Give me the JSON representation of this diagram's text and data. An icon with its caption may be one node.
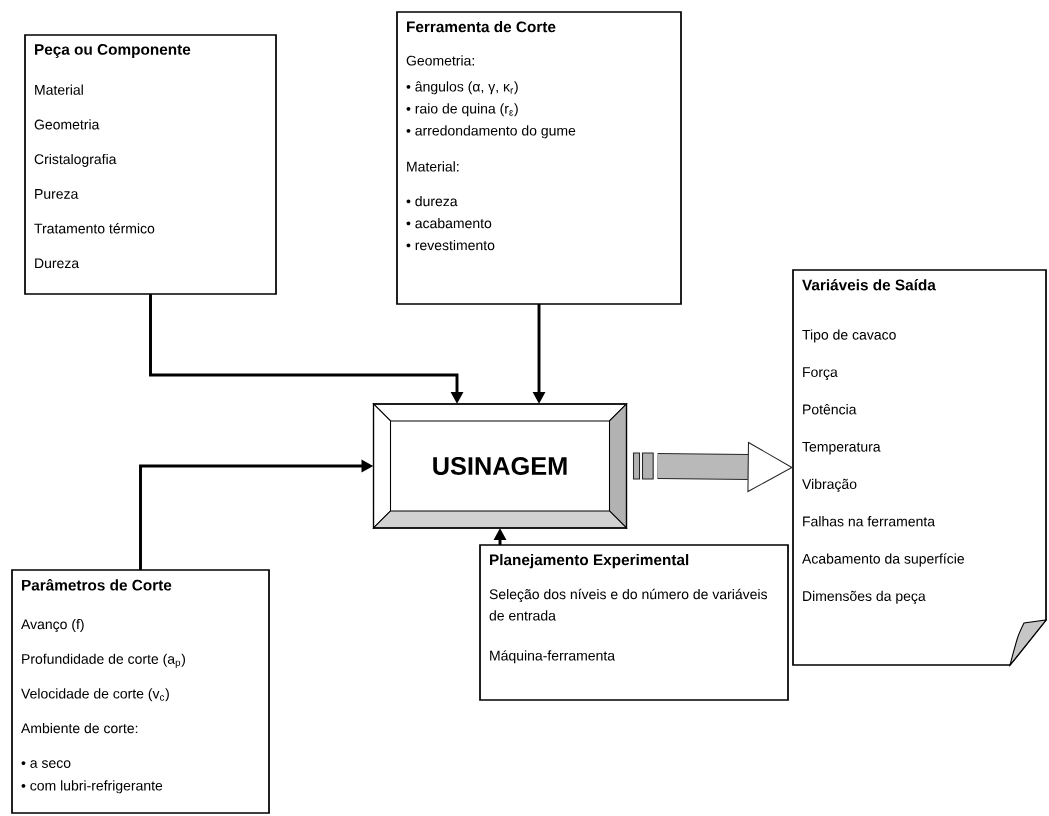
{
  "diagram": {
    "nodes": [
      {
        "text": [
          "Peça ou Componente",
          "Material",
          "Geometria",
          "Cristalografia",
          "Pureza",
          "Tratamento térmico",
          "Dureza"
        ]
      },
      {
        "text": [
          "Ferramenta de Corte",
          "Geometria:",
          "• ângulos (α, γ, κ$_{r}$)",
          "• raio de quina (r$_{ε}$)",
          "• arredondamento do gume",
          "Material:",
          "• dureza",
          "• acabamento",
          "• revestimento"
        ]
      },
      {
        "text": [
          "USINAGEM"
        ]
      },
      {
        "text": [
          "Variáveis de Saída",
          "Tipo de cavaco",
          "Força",
          "Potência",
          "Temperatura",
          "Vibração",
          "Falhas na ferramenta",
          "Acabamento da superfície",
          "Dimensões da peça"
        ]
      },
      {
        "text": [
          "Parâmetros de Corte",
          "Avanço (f)",
          "Profundidade de corte (a$_{p}$)",
          "Velocidade de corte (v$_{c}$)",
          "Ambiente de corte:",
          "• a seco",
          "• com lubri-refrigerante"
        ]
      },
      {
        "text": [
          "Planejamento Experimental",
          "Seleção dos níveis e do número de variáveis de entrada",
          "Máquina-ferramenta"
        ]
      }
    ],
    "edges": [
      {
        "from": 0,
        "to": 2,
        "arrow": "to"
      },
      {
        "from": 1,
        "to": 2,
        "arrow": "to"
      },
      {
        "from": 4,
        "to": 2,
        "arrow": "to"
      },
      {
        "from": 5,
        "to": 2,
        "arrow": "to"
      },
      {
        "from": 2,
        "to": 3,
        "arrow": "to",
        "style": "thick"
      }
    ]
  }
}
